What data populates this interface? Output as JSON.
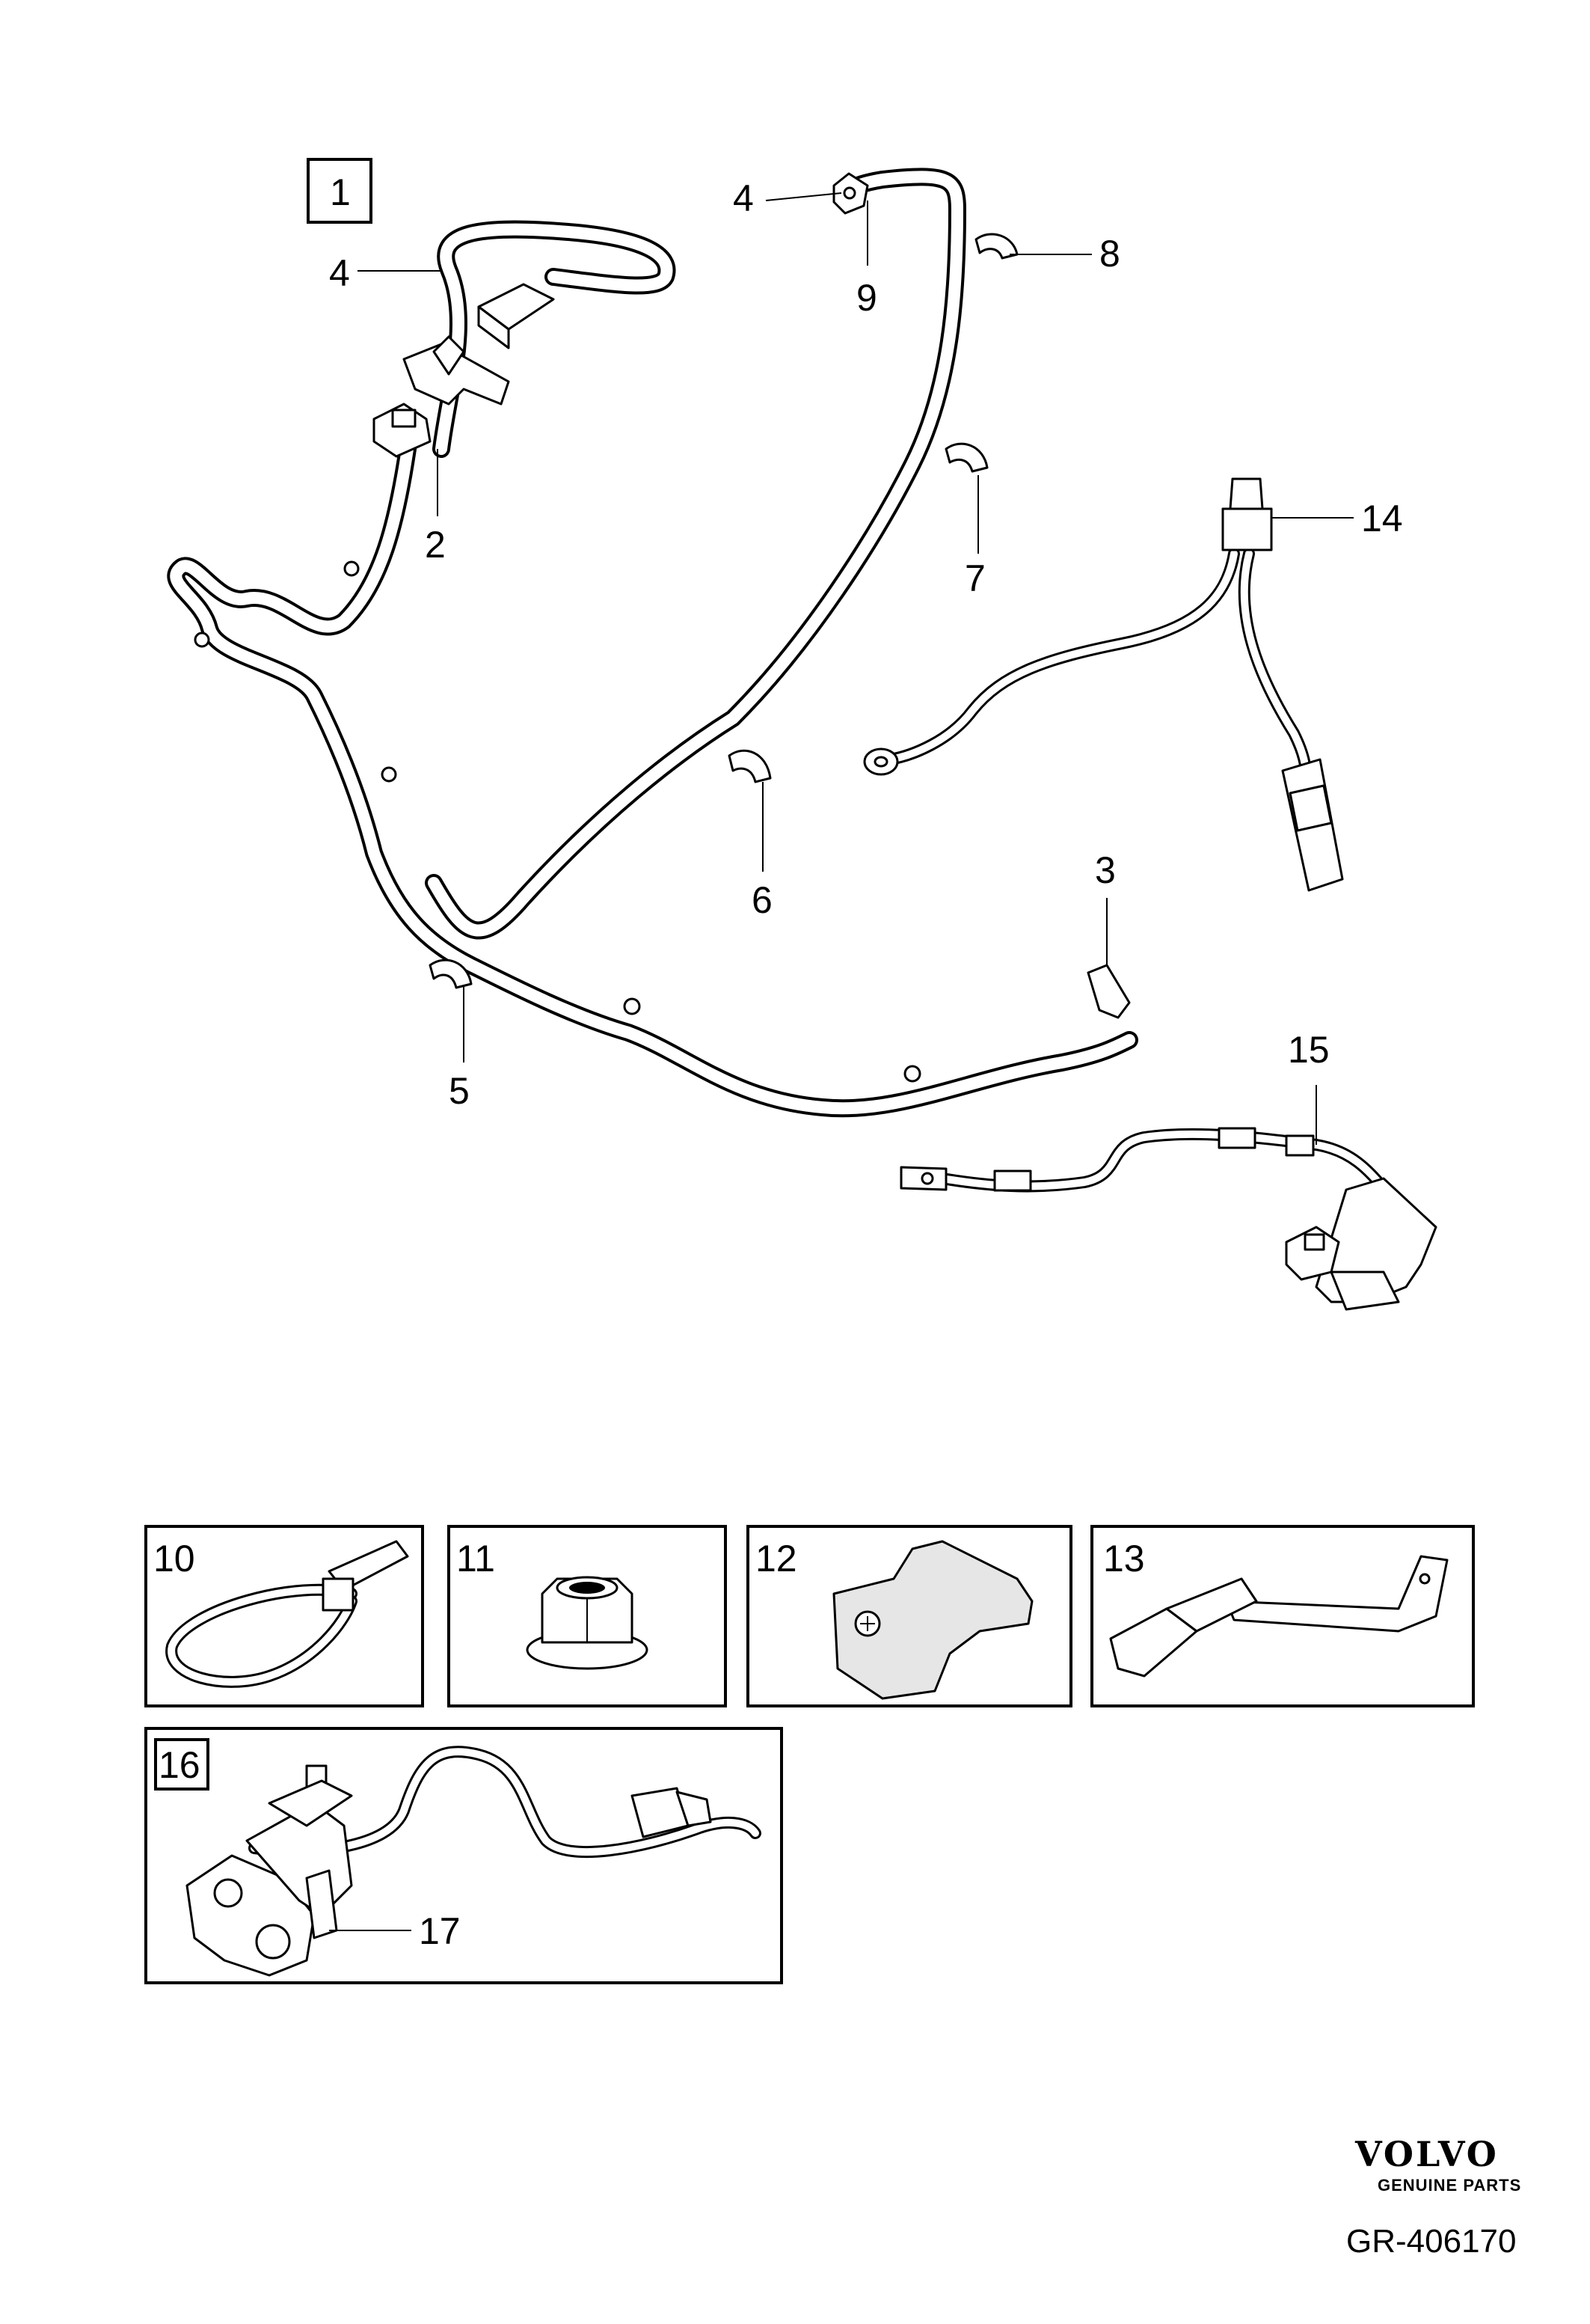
{
  "callouts": {
    "c1": "1",
    "c2": "2",
    "c3": "3",
    "c4a": "4",
    "c4b": "4",
    "c5": "5",
    "c6": "6",
    "c7": "7",
    "c8": "8",
    "c9": "9",
    "c14": "14",
    "c15": "15",
    "c17": "17"
  },
  "detail_boxes": {
    "b10": "10",
    "b11": "11",
    "b12": "12",
    "b13": "13",
    "b16": "16"
  },
  "brand": {
    "name": "VOLVO",
    "tagline": "GENUINE PARTS"
  },
  "reference": "GR-406170"
}
